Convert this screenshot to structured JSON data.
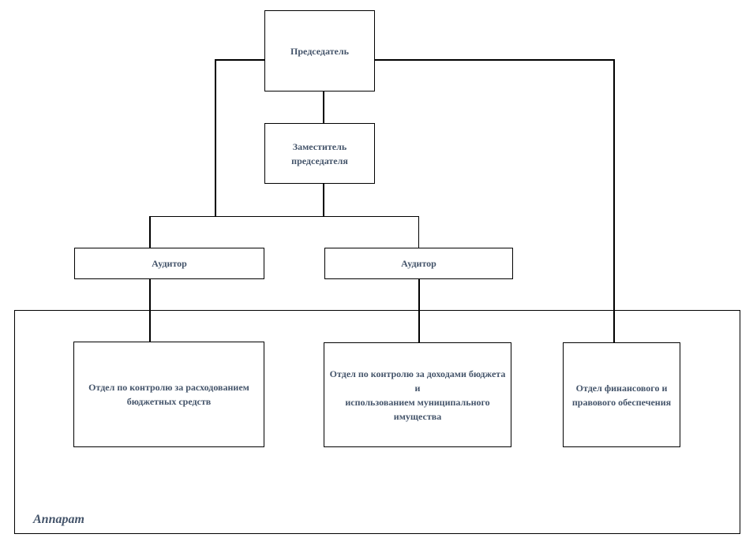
{
  "colors": {
    "node_text": "#44546A",
    "line": "#000000",
    "node_border": "#000000",
    "background": "#FFFFFF"
  },
  "diagram_type": "org-chart",
  "nodes": {
    "chairman": {
      "label": "Председатель"
    },
    "deputy_chairman": {
      "label": "Заместитель\nпредседателя"
    },
    "auditor_left": {
      "label": "Аудитор"
    },
    "auditor_right": {
      "label": "Аудитор"
    },
    "dept_budget_expenditure": {
      "label": "Отдел по контролю за расходованием\nбюджетных средств"
    },
    "dept_budget_revenue": {
      "label": "Отдел по контролю за доходами бюджета и\nиспользованием муниципального\nимущества"
    },
    "dept_finance_legal": {
      "label": "Отдел финансового и\nправового обеспечения"
    },
    "apparatus": {
      "label": "Аппарат"
    }
  }
}
